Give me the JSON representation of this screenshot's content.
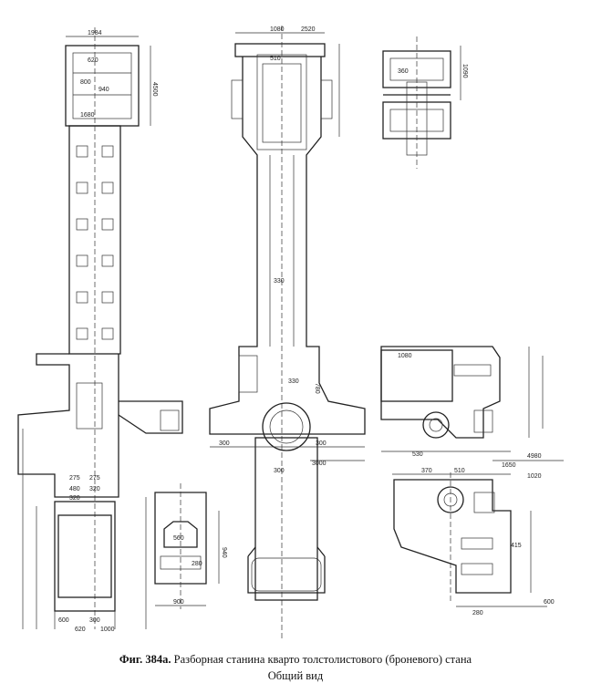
{
  "caption": {
    "figure_label": "Фиг. 384а.",
    "title": "Разборная станина кварто толстолистового (броневого) стана",
    "subtitle": "Общий вид"
  },
  "dimensions": {
    "left_view": [
      "1984",
      "620",
      "800",
      "940",
      "1680",
      "4500",
      "275",
      "275",
      "480",
      "320",
      "320",
      "600",
      "300",
      "620",
      "1000"
    ],
    "center_view": [
      "1080",
      "2520",
      "510",
      "330",
      "780",
      "330",
      "300",
      "300",
      "3000",
      "300"
    ],
    "top_right_view": [
      "360",
      "1090"
    ],
    "right_view": [
      "1080",
      "1020",
      "4980",
      "1650",
      "530",
      "370",
      "510",
      "415",
      "280",
      "600"
    ],
    "bottom_view": [
      "940",
      "900",
      "560",
      "280"
    ]
  }
}
